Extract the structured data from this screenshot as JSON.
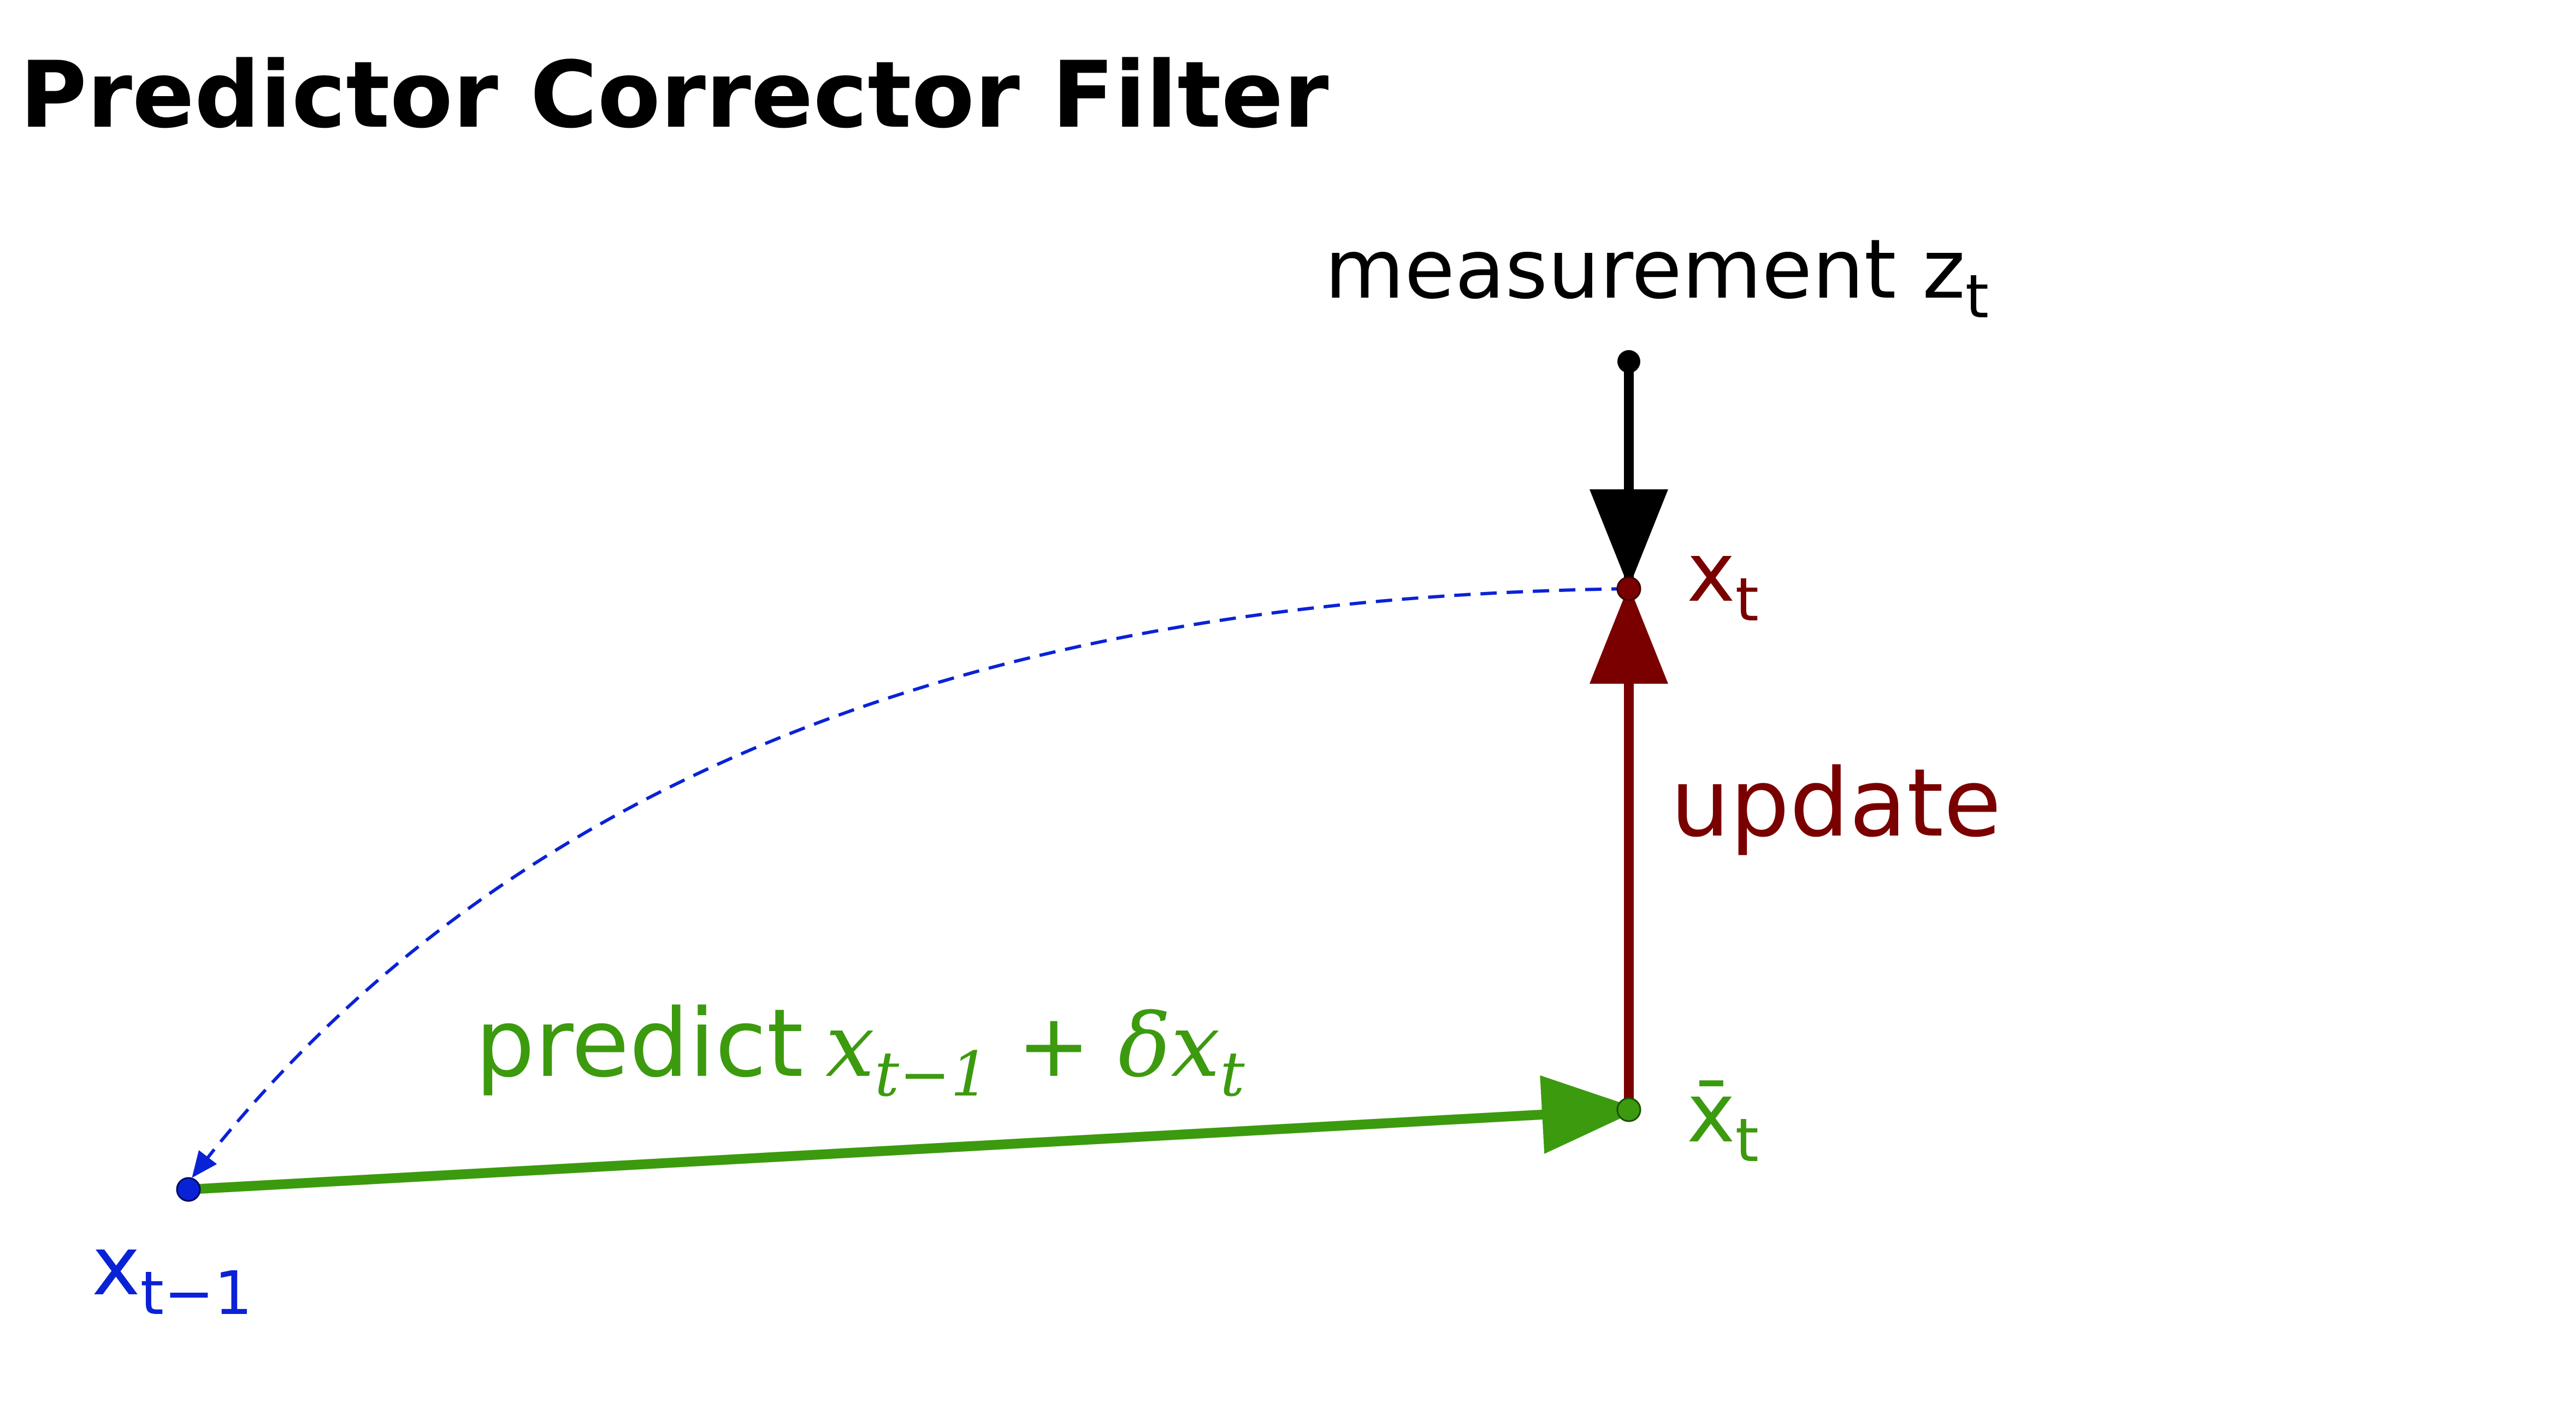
{
  "title": "Predictor Corrector Filter",
  "colors": {
    "previous_state": "#0a22d6",
    "predicted_state": "#3c9a0e",
    "updated_state": "#7a0000",
    "measurement": "#000000",
    "background": "#ffffff"
  },
  "labels": {
    "measurement_text": "measurement ",
    "measurement_var": "z",
    "measurement_sub": "t",
    "updated_var": "x",
    "updated_sub": "t",
    "update_text": "update",
    "predicted_var": "x̄",
    "predicted_sub": "t",
    "previous_var": "x",
    "previous_sub": "t−1",
    "predict_text": "predict",
    "predict_formula_x1": "x",
    "predict_formula_sub1": "t−1",
    "predict_formula_plus": " + ",
    "predict_formula_delta": "δx",
    "predict_formula_sub2": "t"
  }
}
